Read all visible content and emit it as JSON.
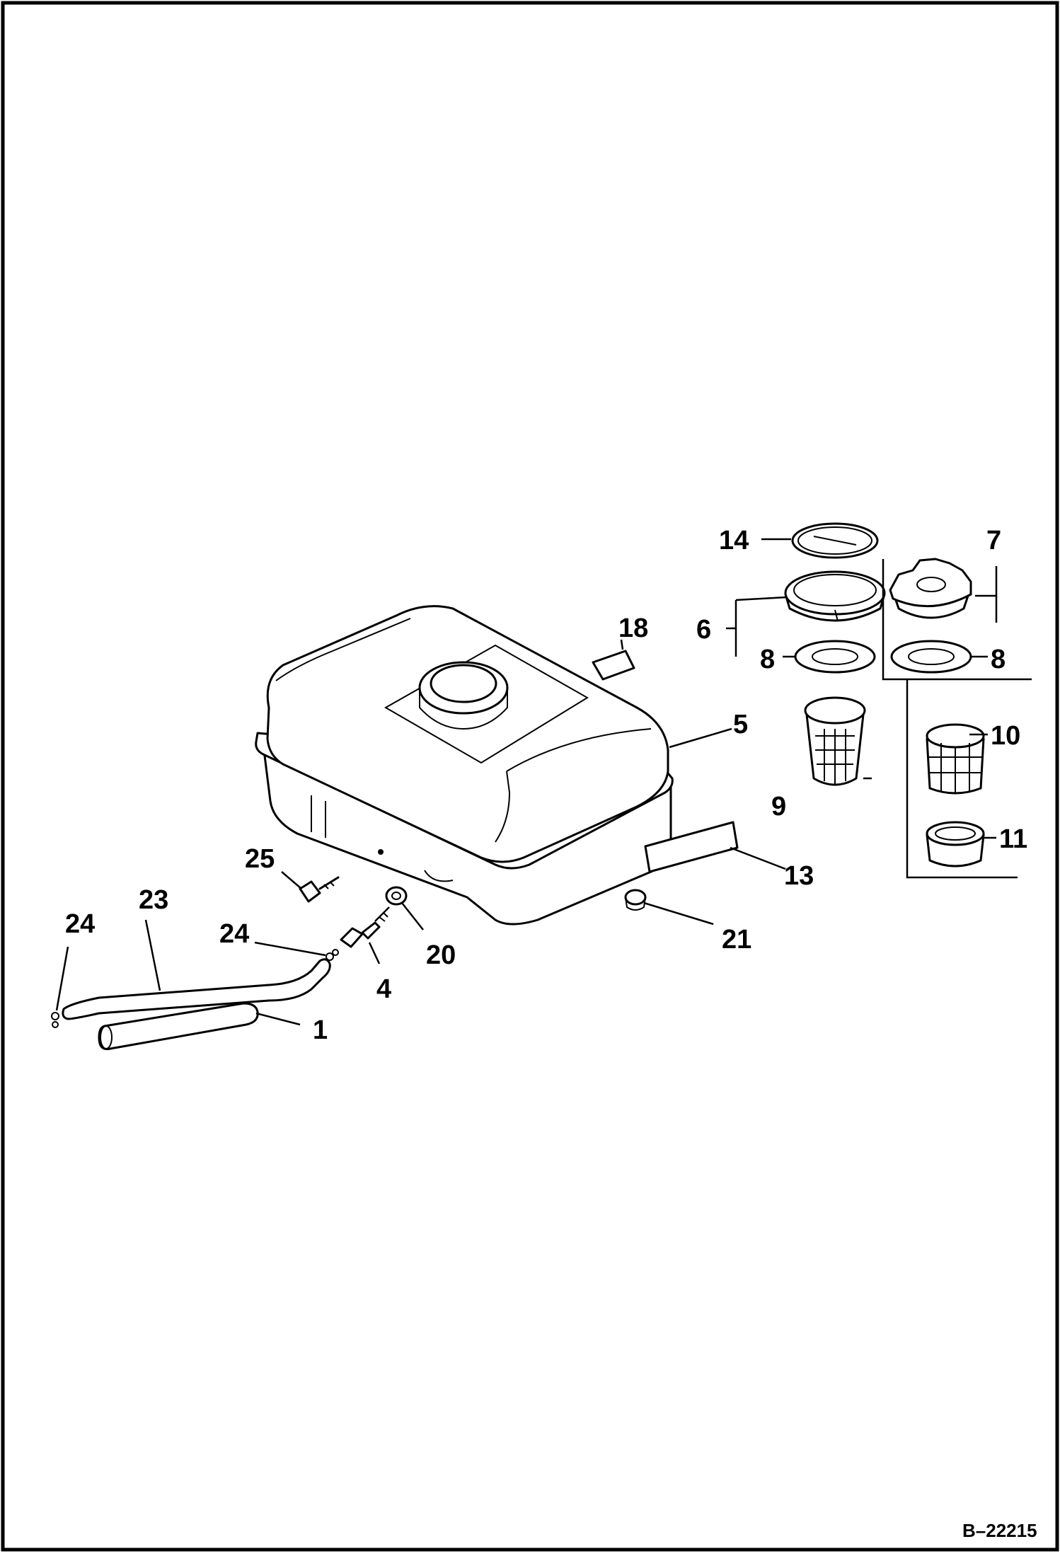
{
  "diagram": {
    "document_id": "B–22215",
    "callouts": [
      {
        "id": "14",
        "text": "14"
      },
      {
        "id": "7",
        "text": "7"
      },
      {
        "id": "18",
        "text": "18"
      },
      {
        "id": "6",
        "text": "6"
      },
      {
        "id": "8a",
        "text": "8"
      },
      {
        "id": "8b",
        "text": "8"
      },
      {
        "id": "5",
        "text": "5"
      },
      {
        "id": "10",
        "text": "10"
      },
      {
        "id": "9",
        "text": "9"
      },
      {
        "id": "11",
        "text": "11"
      },
      {
        "id": "13",
        "text": "13"
      },
      {
        "id": "25",
        "text": "25"
      },
      {
        "id": "23",
        "text": "23"
      },
      {
        "id": "24a",
        "text": "24"
      },
      {
        "id": "24b",
        "text": "24"
      },
      {
        "id": "20",
        "text": "20"
      },
      {
        "id": "21",
        "text": "21"
      },
      {
        "id": "4",
        "text": "4"
      },
      {
        "id": "1",
        "text": "1"
      }
    ]
  }
}
